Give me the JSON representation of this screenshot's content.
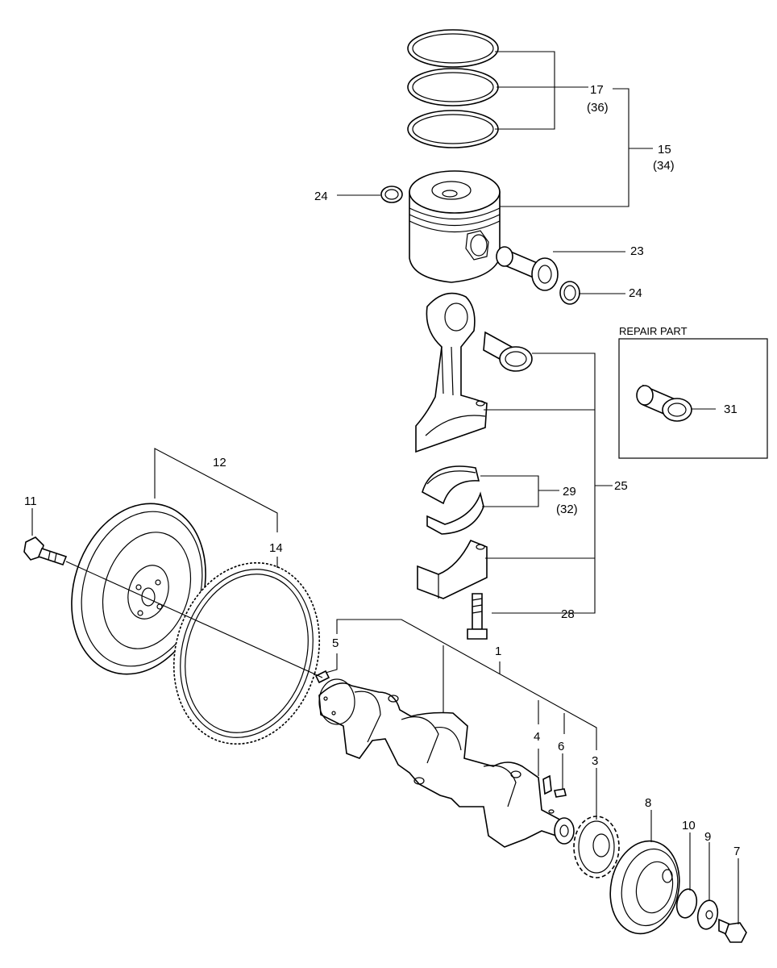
{
  "repair_part": {
    "heading": "REPAIR PART",
    "item": "31"
  },
  "callouts": {
    "c1": "1",
    "c3": "3",
    "c4": "4",
    "c5": "5",
    "c6": "6",
    "c7": "7",
    "c8": "8",
    "c9": "9",
    "c10": "10",
    "c11": "11",
    "c12": "12",
    "c14": "14",
    "c15": "15",
    "c15_alt": "(34)",
    "c17": "17",
    "c17_alt": "(36)",
    "c23": "23",
    "c24_left": "24",
    "c24_right": "24",
    "c25": "25",
    "c28": "28",
    "c29": "29",
    "c29_alt": "(32)"
  }
}
